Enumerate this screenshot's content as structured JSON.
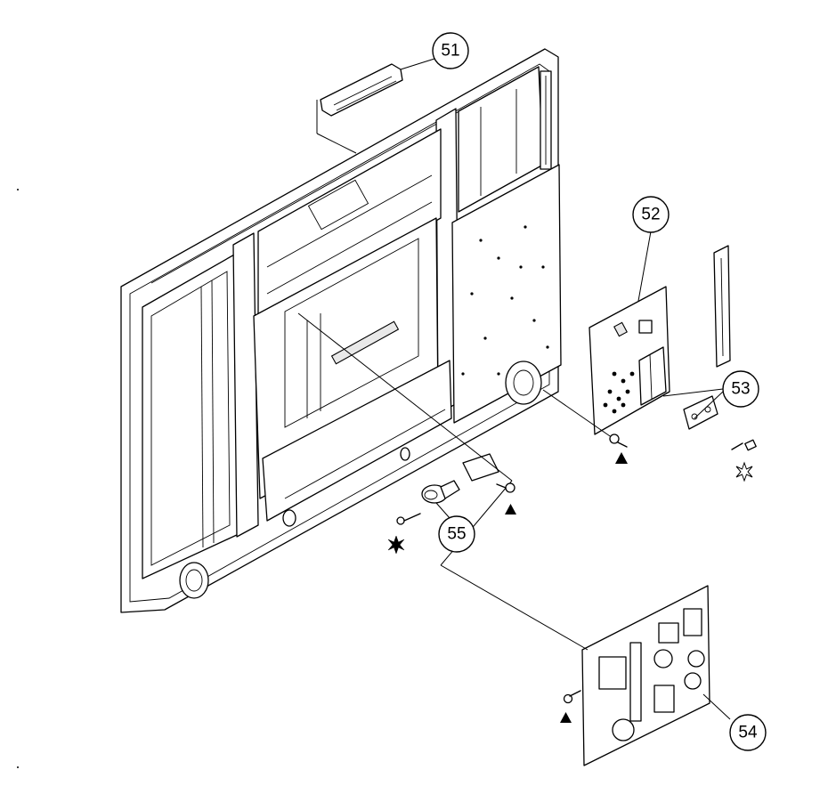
{
  "callouts": [
    {
      "id": "c51",
      "label": "51"
    },
    {
      "id": "c52",
      "label": "52"
    },
    {
      "id": "c53",
      "label": "53"
    },
    {
      "id": "c54",
      "label": "54"
    },
    {
      "id": "c55",
      "label": "55"
    }
  ],
  "symbols": {
    "triangle": "black-triangle",
    "star_filled": "black-starburst",
    "star_open": "open-starburst"
  },
  "colors": {
    "line": "#000000",
    "background": "#ffffff"
  }
}
